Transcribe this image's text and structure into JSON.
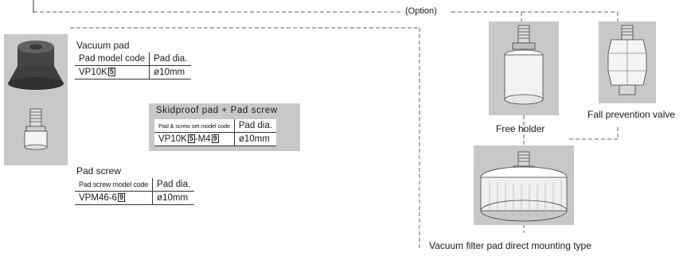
{
  "option_label": "(Option)",
  "vacuum_pad": {
    "title": "Vacuum pad",
    "headers": [
      "Pad model code",
      "Pad dia."
    ],
    "row": {
      "model": "VP10K",
      "box": "5",
      "dia": "ø10mm"
    }
  },
  "skidproof": {
    "title": "Skidproof pad + Pad screw",
    "headers": [
      "Pad & screw set model code",
      "Pad dia."
    ],
    "row": {
      "model_a": "VP10K",
      "box_a": "5",
      "model_b": "-M4",
      "box_b": "9",
      "dia": "ø10mm"
    }
  },
  "pad_screw": {
    "title": "Pad screw",
    "headers": [
      "Pad screw model code",
      "Pad dia."
    ],
    "row": {
      "model": "VPM46-6",
      "box": "9",
      "dia": "ø10mm"
    }
  },
  "options": {
    "free_holder": "Free holder",
    "fall_prevention_valve": "Fall prevention valve",
    "vacuum_filter": "Vacuum filter pad direct mounting type"
  },
  "colors": {
    "panel_gray": "#c8c8c8",
    "part_dark": "#4a4a4a",
    "part_light": "#f2f2f2"
  }
}
